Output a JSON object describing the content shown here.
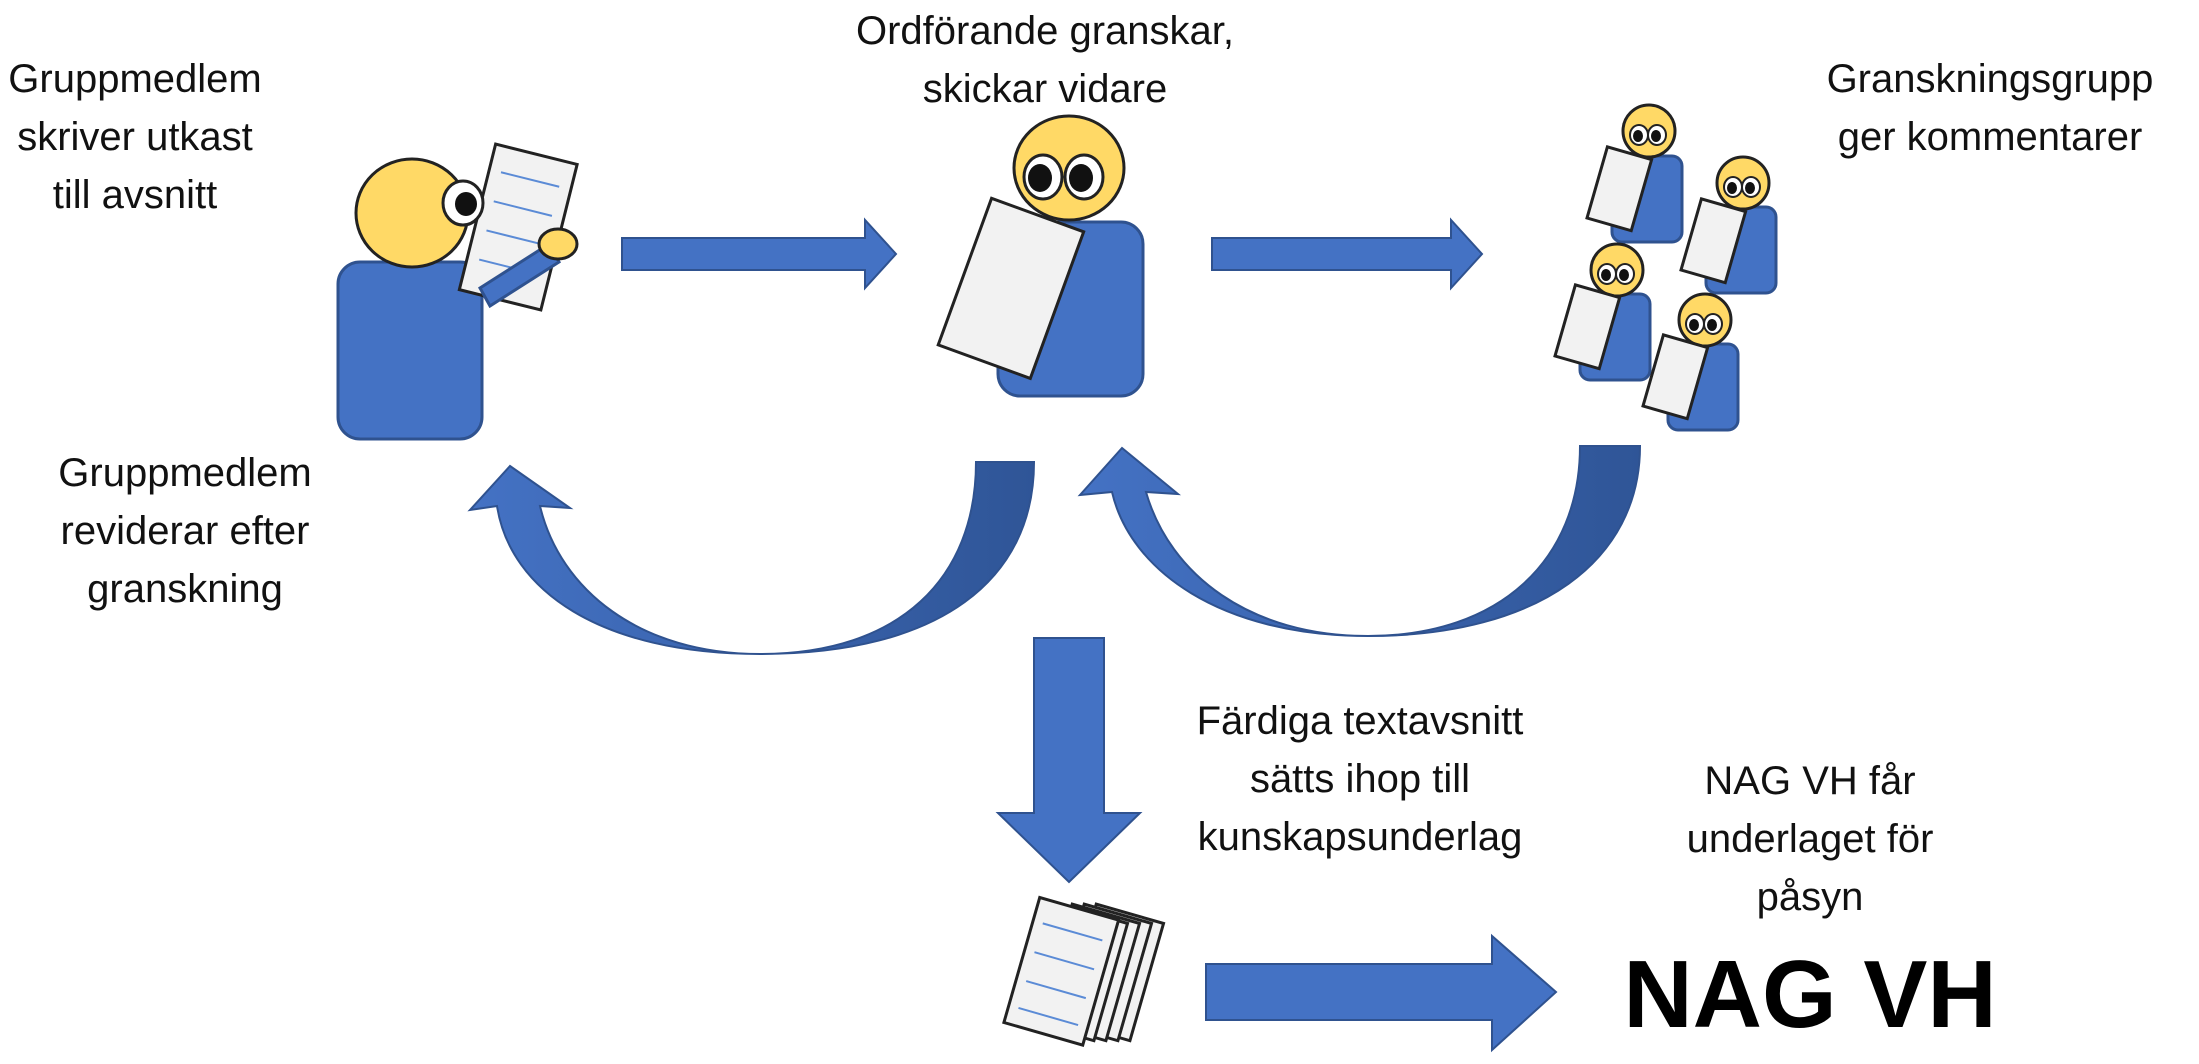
{
  "labels": {
    "writer": [
      "Gruppmedlem",
      "skriver utkast",
      "till avsnitt"
    ],
    "chair": [
      "Ordförande granskar,",
      "skickar vidare"
    ],
    "review_group": [
      "Granskningsgrupp",
      "ger kommentarer"
    ],
    "revise": [
      "Gruppmedlem",
      "reviderar efter",
      "granskning"
    ],
    "assemble": [
      "Färdiga textavsnitt",
      "sätts ihop till",
      "kunskapsunderlag"
    ],
    "nag_receives": [
      "NAG VH får",
      "underlaget för",
      "påsyn"
    ],
    "nag_title": "NAG VH"
  },
  "colors": {
    "arrow_blue": "#4472C4",
    "arrow_dark": "#2F5597",
    "body_blue": "#4472C4",
    "body_stroke": "#2F528F",
    "head_yellow": "#FFD966",
    "paper": "#F2F2F2",
    "paper_lines": "#5B8BD6"
  },
  "icons": [
    "writer-figure-icon",
    "chair-figure-icon",
    "review-group-icon",
    "document-stack-icon"
  ]
}
